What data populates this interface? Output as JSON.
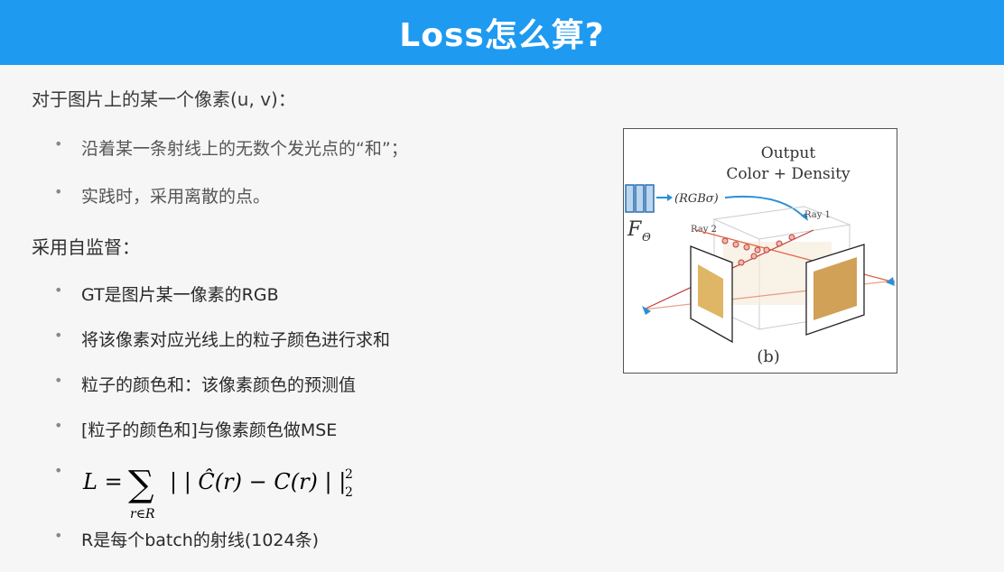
{
  "banner": {
    "title": "Loss怎么算?",
    "color": "#1e9af0"
  },
  "intro": "对于图片上的某一个像素(u, v)：",
  "bullets_a": [
    "沿着某一条射线上的无数个发光点的“和”；",
    "实践时，采用离散的点。"
  ],
  "subhead": "采用自监督：",
  "bullets_b": [
    "GT是图片某一像素的RGB",
    "将该像素对应光线上的粒子颜色进行求和",
    "粒子的颜色和：该像素颜色的预测值",
    "[粒子的颜色和]与像素颜色做MSE"
  ],
  "formula": {
    "lhs": "L =",
    "sum_symbol": "∑",
    "subscript": "r∈R",
    "body": "| | Ĉ(r) − C(r) | |",
    "sup": "2",
    "sub": "2"
  },
  "last_bullet": "R是每个batch的射线(1024条)",
  "figure": {
    "output_line1": "Output",
    "output_line2": "Color + Density",
    "rgb_sigma": "(RGBσ)",
    "f_theta": "F",
    "f_sub": "Θ",
    "ray1": "Ray 1",
    "ray2": "Ray 2",
    "caption": "(b)"
  }
}
